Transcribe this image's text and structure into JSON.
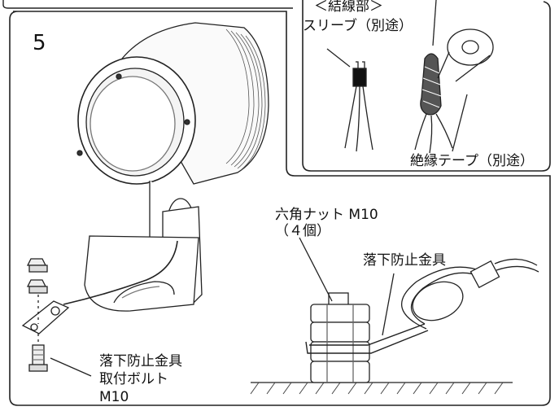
{
  "step_number": "5",
  "inset": {
    "title": "＜結線部＞",
    "sleeve_label": "スリーブ（別途）",
    "tape_label": "絶縁テープ（別途）"
  },
  "callouts": {
    "hex_nut_line1": "六角ナット M10",
    "hex_nut_line2": "（４個）",
    "fall_guard": "落下防止金具",
    "bolt_line1": "落下防止金具",
    "bolt_line2": "取付ボルト",
    "bolt_line3": "M10"
  }
}
